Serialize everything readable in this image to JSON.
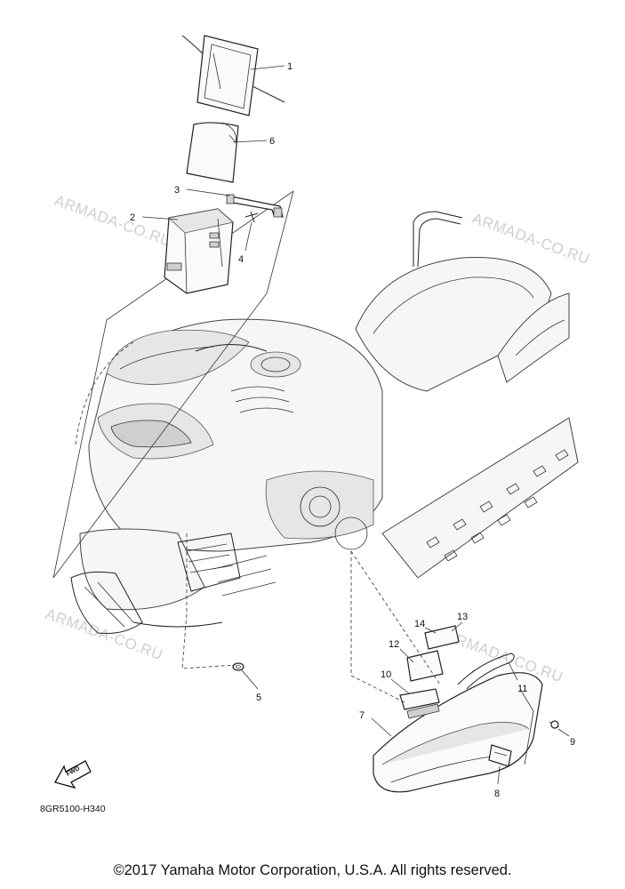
{
  "watermark": "ARMADA-CO.RU",
  "diagram_code": "8GR5100-H340",
  "fwd_label": "FWD",
  "copyright": "©2017 Yamaha Motor Corporation, U.S.A. All rights reserved.",
  "callouts": {
    "c1": "1",
    "c2": "2",
    "c3": "3",
    "c4": "4",
    "c5": "5",
    "c6": "6",
    "c7": "7",
    "c8": "8",
    "c9": "9",
    "c10": "10",
    "c11": "11",
    "c12": "12",
    "c13": "13",
    "c14": "14"
  }
}
